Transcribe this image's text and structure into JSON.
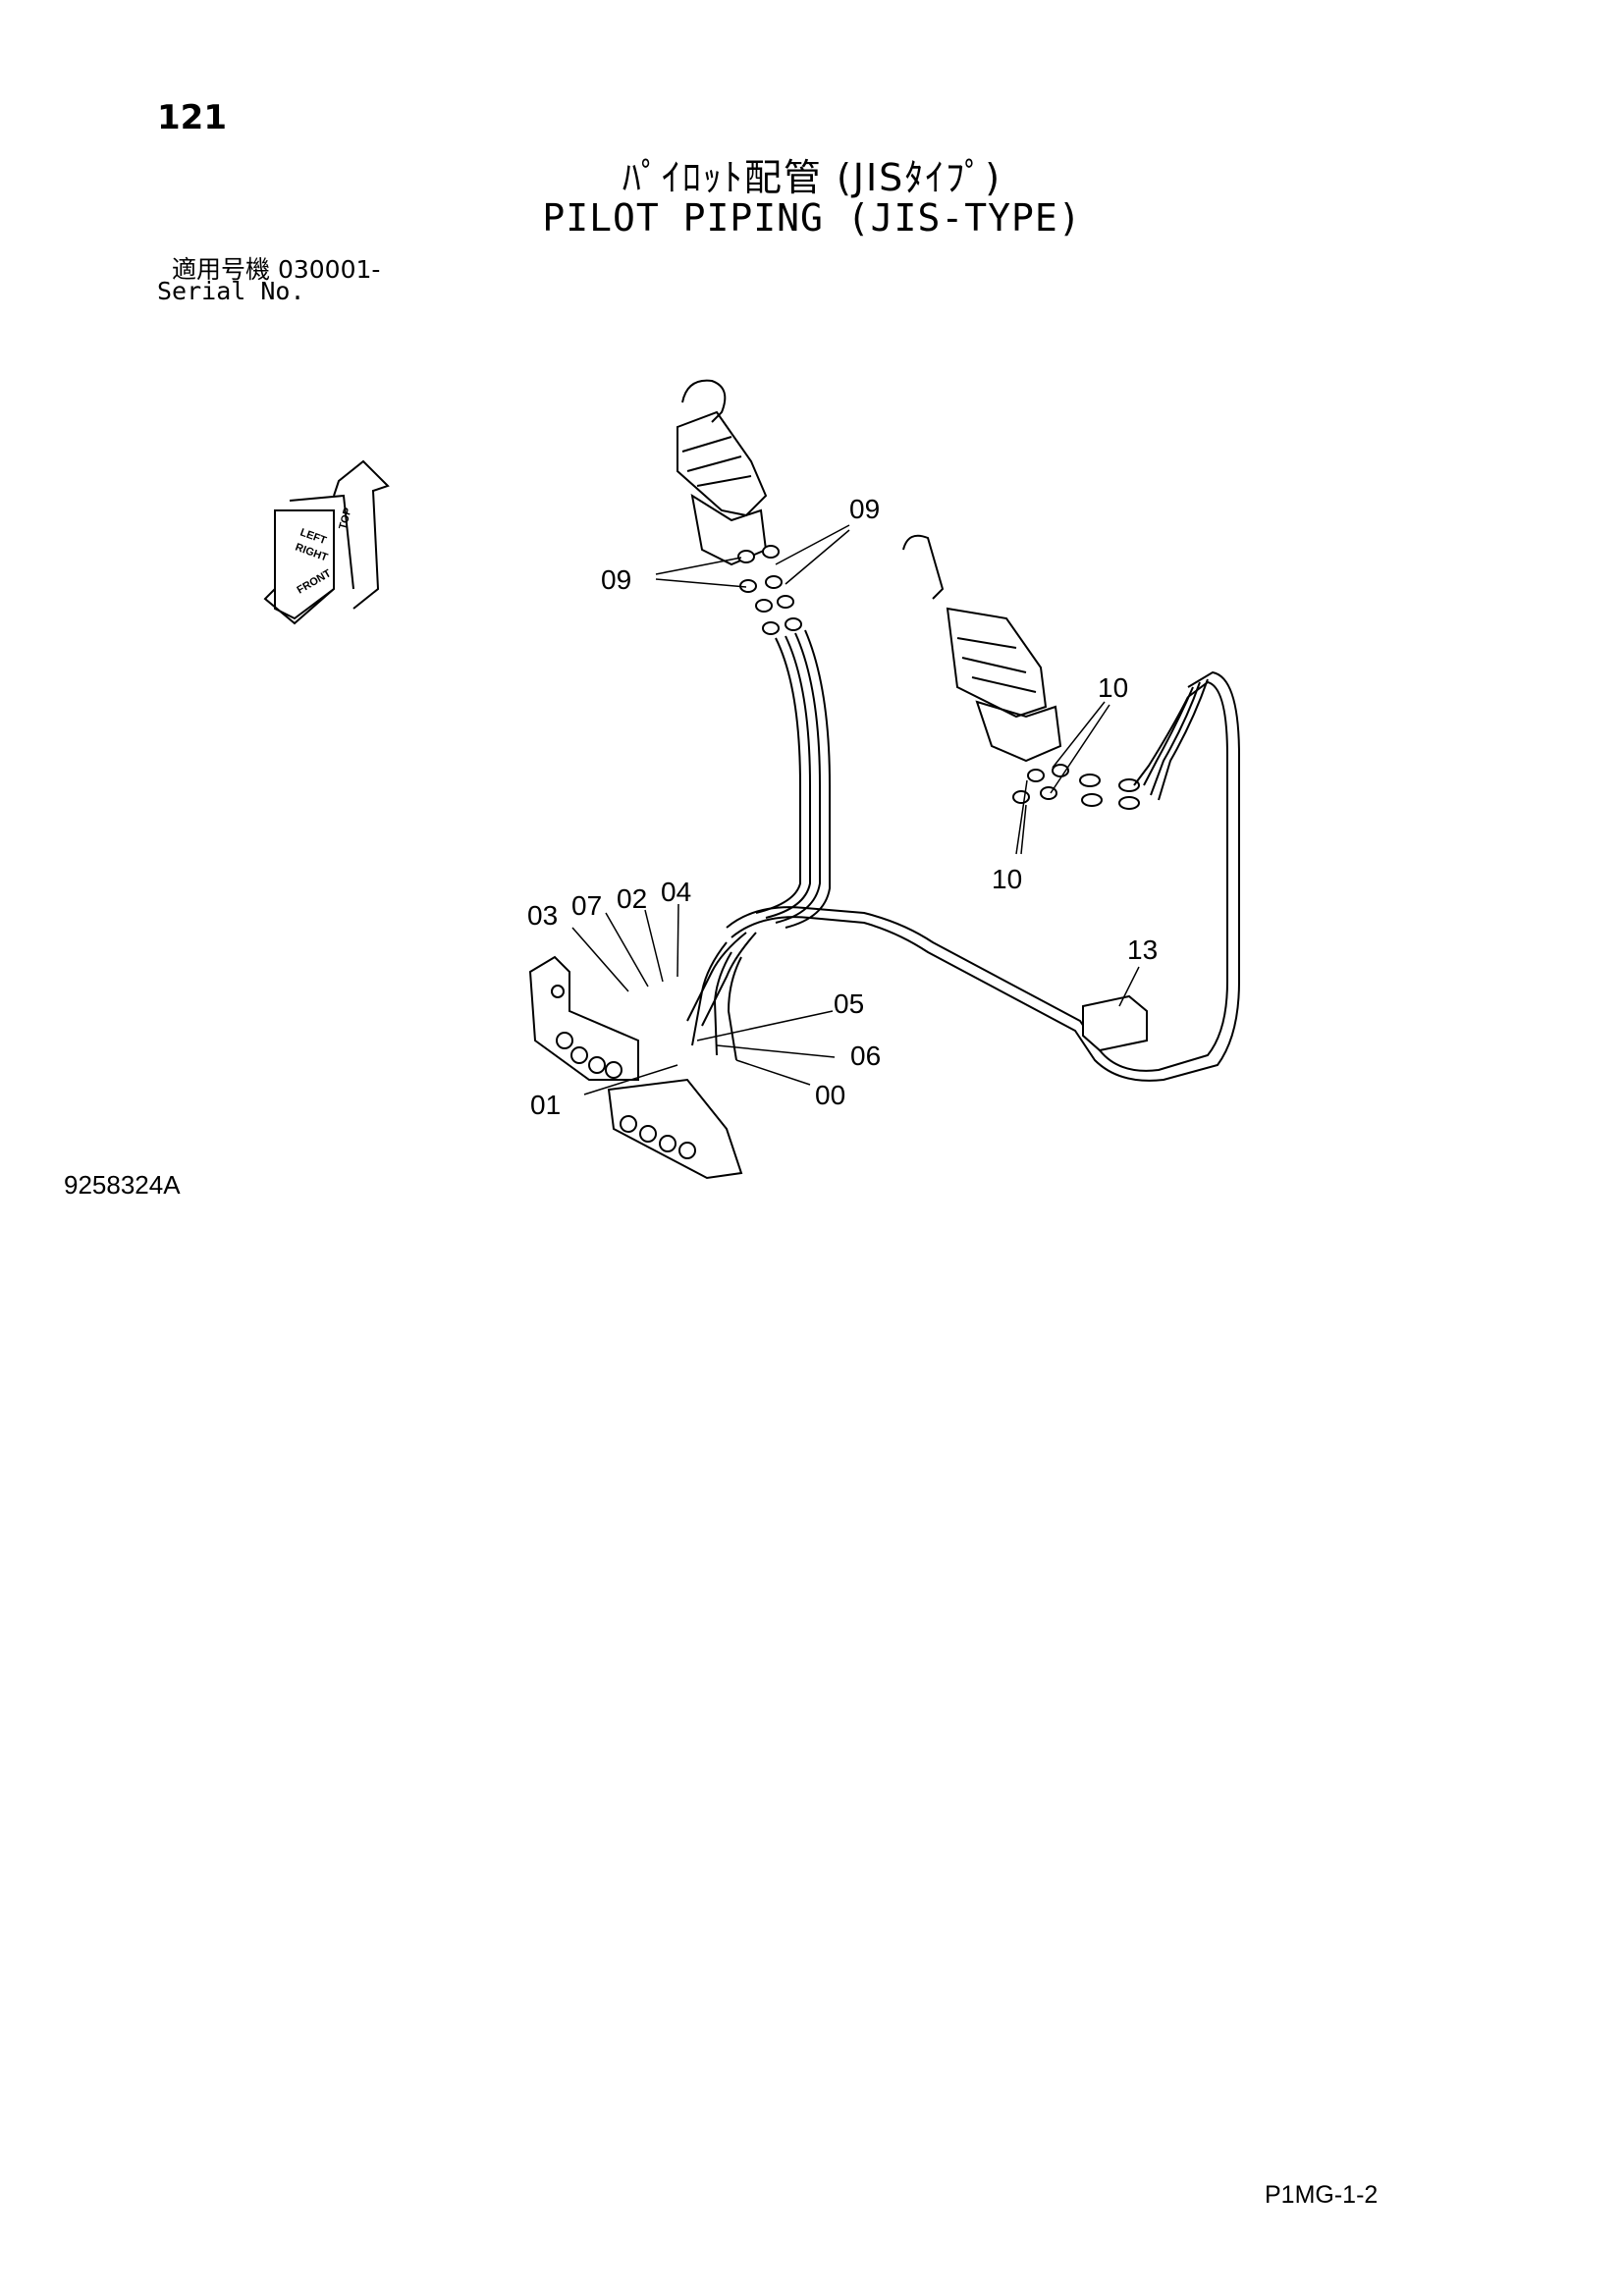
{
  "header": {
    "page_number": "121",
    "title_jp": "ﾊﾟｲﾛｯﾄ配管 (JISﾀｲﾌﾟ)",
    "title_en": "PILOT PIPING (JIS-TYPE)",
    "serial_label_jp": "適用号機 030001-",
    "serial_label_en": "Serial No."
  },
  "orientation_indicator": {
    "labels": [
      "TOP",
      "RIGHT",
      "LEFT",
      "FRONT"
    ]
  },
  "callouts": [
    "09",
    "09",
    "10",
    "10",
    "03",
    "07",
    "02",
    "04",
    "13",
    "05",
    "06",
    "01",
    "00"
  ],
  "footer": {
    "drawing_number": "9258324A",
    "sheet_code": "P1MG-1-2"
  }
}
